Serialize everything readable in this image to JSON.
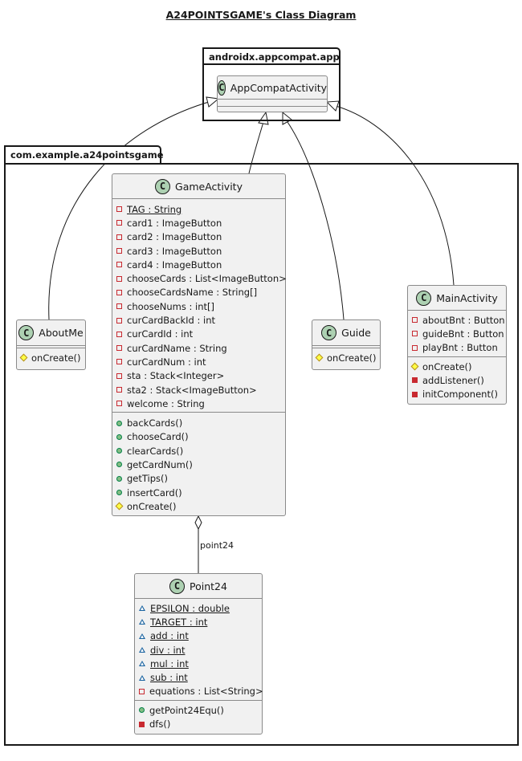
{
  "title": "A24POINTSGAME's Class Diagram",
  "packages": {
    "androidx": {
      "label": "androidx.appcompat.app"
    },
    "example": {
      "label": "com.example.a24pointsgame"
    }
  },
  "classes": {
    "appcompat": {
      "name": "AppCompatActivity",
      "icon": "C",
      "fields": [],
      "methods": []
    },
    "game": {
      "name": "GameActivity",
      "icon": "C",
      "fields": [
        {
          "vis": "private",
          "text": "TAG : String",
          "static": true
        },
        {
          "vis": "private",
          "text": "card1 : ImageButton"
        },
        {
          "vis": "private",
          "text": "card2 : ImageButton"
        },
        {
          "vis": "private",
          "text": "card3 : ImageButton"
        },
        {
          "vis": "private",
          "text": "card4 : ImageButton"
        },
        {
          "vis": "private",
          "text": "chooseCards : List<ImageButton>"
        },
        {
          "vis": "private",
          "text": "chooseCardsName : String[]"
        },
        {
          "vis": "private",
          "text": "chooseNums : int[]"
        },
        {
          "vis": "private",
          "text": "curCardBackId : int"
        },
        {
          "vis": "private",
          "text": "curCardId : int"
        },
        {
          "vis": "private",
          "text": "curCardName : String"
        },
        {
          "vis": "private",
          "text": "curCardNum : int"
        },
        {
          "vis": "private",
          "text": "sta : Stack<Integer>"
        },
        {
          "vis": "private",
          "text": "sta2 : Stack<ImageButton>"
        },
        {
          "vis": "private",
          "text": "welcome : String"
        }
      ],
      "methods": [
        {
          "vis": "public",
          "text": "backCards()"
        },
        {
          "vis": "public",
          "text": "chooseCard()"
        },
        {
          "vis": "public",
          "text": "clearCards()"
        },
        {
          "vis": "public",
          "text": "getCardNum()"
        },
        {
          "vis": "public",
          "text": "getTips()"
        },
        {
          "vis": "public",
          "text": "insertCard()"
        },
        {
          "vis": "protected",
          "text": "onCreate()"
        }
      ]
    },
    "aboutme": {
      "name": "AboutMe",
      "icon": "C",
      "fields": [],
      "methods": [
        {
          "vis": "protected",
          "text": "onCreate()"
        }
      ]
    },
    "guide": {
      "name": "Guide",
      "icon": "C",
      "fields": [],
      "methods": [
        {
          "vis": "protected",
          "text": "onCreate()"
        }
      ]
    },
    "main": {
      "name": "MainActivity",
      "icon": "C",
      "fields": [
        {
          "vis": "private",
          "text": "aboutBnt : Button"
        },
        {
          "vis": "private",
          "text": "guideBnt : Button"
        },
        {
          "vis": "private",
          "text": "playBnt : Button"
        }
      ],
      "methods": [
        {
          "vis": "protected",
          "text": "onCreate()"
        },
        {
          "vis": "private",
          "text": "addListener()"
        },
        {
          "vis": "private",
          "text": "initComponent()"
        }
      ]
    },
    "point24": {
      "name": "Point24",
      "icon": "C",
      "fields": [
        {
          "vis": "package",
          "text": "EPSILON : double",
          "static": true
        },
        {
          "vis": "package",
          "text": "TARGET : int",
          "static": true
        },
        {
          "vis": "package",
          "text": "add : int",
          "static": true
        },
        {
          "vis": "package",
          "text": "div : int",
          "static": true
        },
        {
          "vis": "package",
          "text": "mul : int",
          "static": true
        },
        {
          "vis": "package",
          "text": "sub : int",
          "static": true
        },
        {
          "vis": "private",
          "text": "equations : List<String>"
        }
      ],
      "methods": [
        {
          "vis": "public",
          "text": "getPoint24Equ()"
        },
        {
          "vis": "private",
          "text": "dfs()"
        }
      ]
    }
  },
  "associations": [
    {
      "from": "game",
      "to": "point24",
      "label": "point24",
      "kind": "aggregation"
    }
  ],
  "inheritance": [
    {
      "child": "aboutme",
      "parent": "appcompat"
    },
    {
      "child": "game",
      "parent": "appcompat"
    },
    {
      "child": "guide",
      "parent": "appcompat"
    },
    {
      "child": "main",
      "parent": "appcompat"
    }
  ]
}
